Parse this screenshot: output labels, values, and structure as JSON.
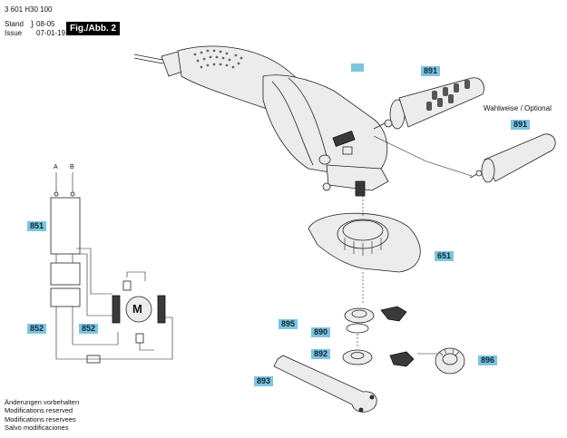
{
  "header": {
    "part_number": "3 601 H30 100",
    "stand_label": "Stand",
    "stand_value": "08-05",
    "issue_label": "Issue",
    "issue_value": "07-01-19",
    "figure_label": "Fig./Abb. 2"
  },
  "wiring": {
    "terminal_a": "A",
    "terminal_b": "B",
    "motor_label": "M"
  },
  "callouts": {
    "c891_top": "891",
    "c891_opt": "891",
    "c851": "851",
    "c651": "651",
    "c852a": "852",
    "c852b": "852",
    "c895": "895",
    "c890": "890",
    "c892": "892",
    "c896": "896",
    "c893": "893"
  },
  "notes": {
    "optional": "Wahlweise / Optional"
  },
  "footer": {
    "lines": [
      "Änderungen vorbehalten",
      "Modifications reserved",
      "Modifications reservees",
      "Salvo modificaciones"
    ]
  },
  "colors": {
    "callout_bg": "#7fc4df"
  }
}
